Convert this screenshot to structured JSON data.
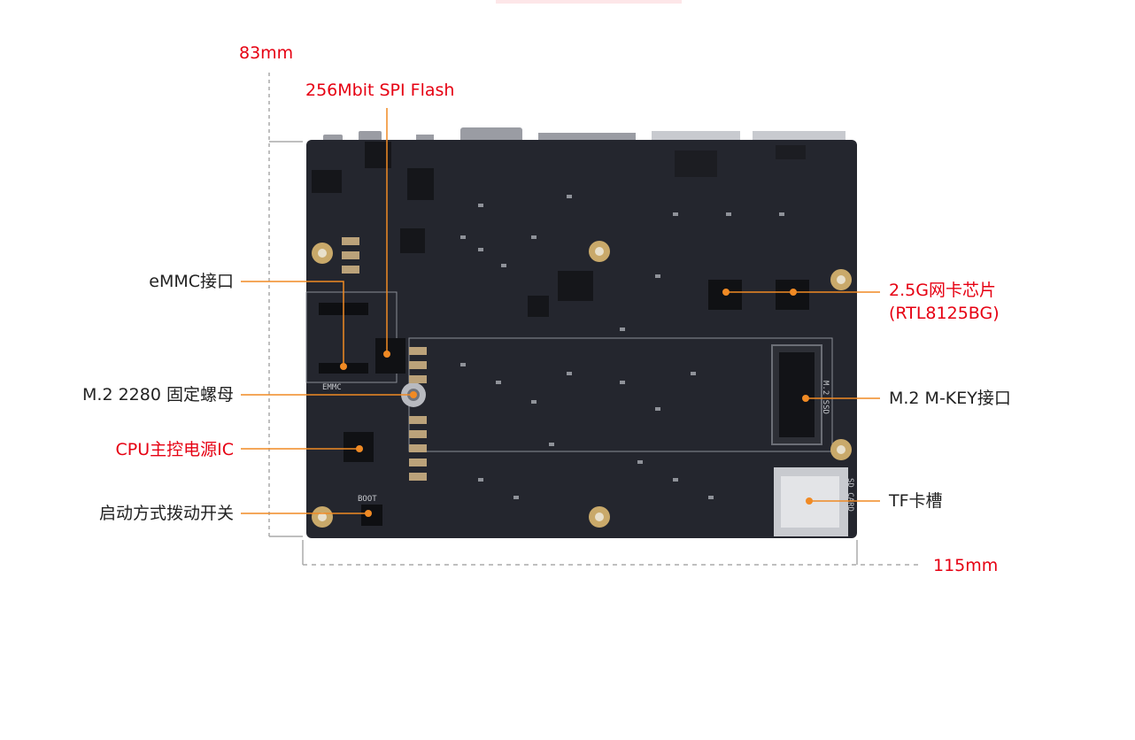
{
  "dimensions": {
    "height": "83mm",
    "width": "115mm"
  },
  "callouts": {
    "spi_flash": "256Mbit SPI Flash",
    "emmc": "eMMC接口",
    "m2_nut": "M.2 2280 固定螺母",
    "cpu_pmic": "CPU主控电源IC",
    "boot_switch": "启动方式拨动开关",
    "nic_line1": "2.5G网卡芯片",
    "nic_line2": "(RTL8125BG)",
    "m2_mkey": "M.2 M-KEY接口",
    "tf_slot": "TF卡槽"
  },
  "board_silk": {
    "emmc": "EMMC",
    "boot": "BOOT",
    "m2": "M.2 SSD",
    "sd": "SD CARD"
  },
  "colors": {
    "accent_red": "#e60012",
    "leader_orange": "#f08a24",
    "board": "#24262e",
    "text_dark": "#222222",
    "dim_line": "#aaaaaa"
  }
}
